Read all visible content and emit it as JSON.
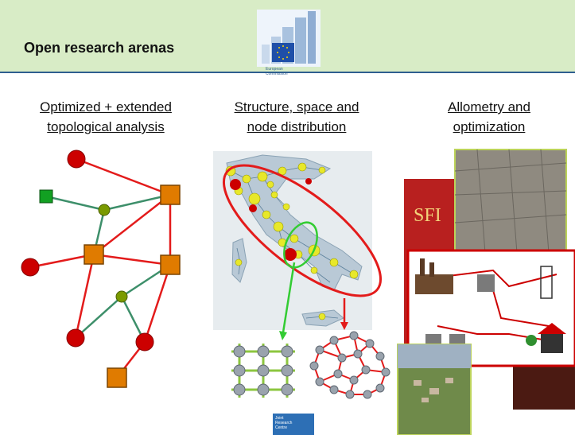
{
  "slide": {
    "title": "Open research arenas",
    "logo_caption_1": "European",
    "logo_caption_2": "Commission",
    "jrc_line_1": "Joint",
    "jrc_line_2": "Research",
    "jrc_line_3": "Centre"
  },
  "columns": [
    {
      "line1": "Optimized + extended",
      "line2": "topological analysis"
    },
    {
      "line1": "Structure, space and",
      "line2": "node distribution"
    },
    {
      "line1": "Allometry and",
      "line2": "optimization"
    }
  ],
  "collage": {
    "book_title": "SFI"
  },
  "colors": {
    "header_background": "#d8ecc6",
    "accent_line": "#2e5e8f",
    "edge_red": "#e31b1b",
    "edge_green": "#3d8f6a",
    "node_red": "#cc0000",
    "node_orange": "#e07b00",
    "node_green": "#7a9a00"
  }
}
